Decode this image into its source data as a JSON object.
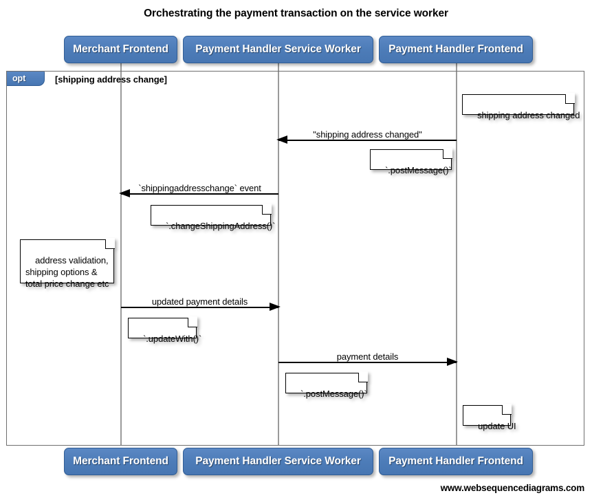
{
  "diagram": {
    "title": "Orchestrating the payment transaction on the service worker",
    "watermark": "www.websequencediagrams.com",
    "colors": {
      "participant_fill": "#4d7cb8",
      "participant_border": "#2f5c94",
      "participant_text": "#ffffff",
      "frame_border": "#6e6e6e",
      "lifeline": "#9a9a9a",
      "arrow": "#000000",
      "note_fill": "#ffffff",
      "note_border": "#000000",
      "background": "#ffffff"
    }
  },
  "participants": [
    {
      "id": "merchant-frontend",
      "label": "Merchant Frontend"
    },
    {
      "id": "payment-handler-service-worker",
      "label": "Payment Handler Service Worker"
    },
    {
      "id": "payment-handler-frontend",
      "label": "Payment Handler Frontend"
    }
  ],
  "participants_bottom": [
    {
      "id": "merchant-frontend",
      "label": "Merchant Frontend"
    },
    {
      "id": "payment-handler-service-worker",
      "label": "Payment Handler Service Worker"
    },
    {
      "id": "payment-handler-frontend",
      "label": "Payment Handler Frontend"
    }
  ],
  "fragment": {
    "type": "opt",
    "tag": "opt",
    "guard": "[shipping address change]"
  },
  "messages": [
    {
      "id": "msg-shipping-address-changed",
      "label": "\"shipping address changed\"",
      "from": "payment-handler-frontend",
      "to": "payment-handler-service-worker",
      "direction": "left"
    },
    {
      "id": "msg-shippingaddresschange-event",
      "label": "`shippingaddresschange` event",
      "from": "payment-handler-service-worker",
      "to": "merchant-frontend",
      "direction": "left"
    },
    {
      "id": "msg-updated-payment-details",
      "label": "updated payment details",
      "from": "merchant-frontend",
      "to": "payment-handler-service-worker",
      "direction": "right"
    },
    {
      "id": "msg-payment-details",
      "label": "payment details",
      "from": "payment-handler-service-worker",
      "to": "payment-handler-frontend",
      "direction": "right"
    }
  ],
  "notes": [
    {
      "id": "note-shipping-address-changed",
      "text": "shipping address changed",
      "over": "payment-handler-frontend"
    },
    {
      "id": "note-post-message-1",
      "text": "`.postMessage()`",
      "over": "payment-handler-frontend"
    },
    {
      "id": "note-change-shipping-address",
      "text": "`.changeShippingAddress()`",
      "over": "payment-handler-service-worker"
    },
    {
      "id": "note-address-validation",
      "text": "address validation,\nshipping options &\ntotal price change etc",
      "over": "merchant-frontend"
    },
    {
      "id": "note-update-with",
      "text": "`.updateWith()`",
      "over": "merchant-frontend"
    },
    {
      "id": "note-post-message-2",
      "text": "`.postMessage()`",
      "over": "payment-handler-service-worker"
    },
    {
      "id": "note-update-ui",
      "text": "update UI",
      "over": "payment-handler-frontend"
    }
  ]
}
